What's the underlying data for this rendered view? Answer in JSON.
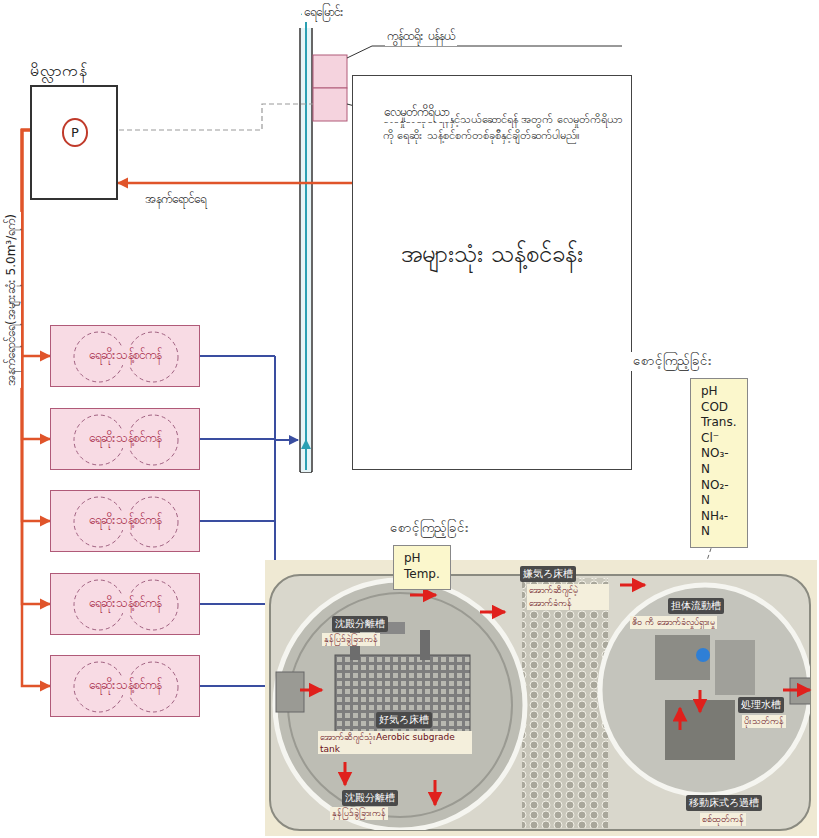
{
  "diagram": {
    "nodes": [
      {
        "text": [
          "မိလ္လာကန်"
        ]
      },
      {
        "text": [
          "P"
        ],
        "in": 0
      },
      {
        "text": [
          "လေမှုတ်ထုတ်ရန်နှင့်သယ်ဆောင်ရန် အတွက် လေမှုတ်ကိရိယာကို ရေဆိုး သန့်စင်စက်တစ်ခုစီနှင့်ချိတ်ဆက်ပါမည်။",
          "အများသုံး သန့်စင်ခန်း"
        ]
      },
      {
        "text": [
          "ရေဆိုးသန့်စင်ကန်"
        ]
      },
      {
        "text": [
          "ရေဆိုးသန့်စင်ကန်"
        ]
      },
      {
        "text": [
          "ရေဆိုးသန့်စင်ကန်"
        ]
      },
      {
        "text": [
          "ရေဆိုးသန့်စင်ကန်"
        ]
      },
      {
        "text": [
          "ရေဆိုးသန့်စင်ကန်"
        ]
      },
      {
        "text": [
          "စောင့်ကြည့်ခြင်း",
          "pH Temp."
        ]
      },
      {
        "text": [
          "စောင့်ကြည့်ခြင်း",
          "pH COD Trans. Cl⁻ NO₃-N NO₂-N NH₄-N"
        ]
      }
    ],
    "edges": [
      {
        "from": 2,
        "to": 0,
        "arrow": "to",
        "label": "အနက်ရောင်ရေ"
      },
      {
        "from": 0,
        "to": 3,
        "arrow": "to"
      },
      {
        "from": 0,
        "to": 4,
        "arrow": "to"
      },
      {
        "from": 0,
        "to": 5,
        "arrow": "to"
      },
      {
        "from": 0,
        "to": 6,
        "arrow": "to"
      },
      {
        "from": 0,
        "to": 7,
        "arrow": "to"
      }
    ],
    "labels": [
      "ရေမြောင်း",
      "ကွန်ထရိုး ပန်နယ်",
      "လေမှုတ်ကိရိယာ",
      "အနက်ရောင်ရေ(အများဆုံး 5.0m³/ရက်)",
      "沈殿分離槽",
      "နှန်ပြဒ်ခွဲခြားကန်",
      "嫌気ろ床槽",
      "အောက်ဆီဂျင်မဲ့ အောက်ခံကန်",
      "担体流動槽",
      "ဇီဝ ကီ အောက်ခံလှုပ်ရှားမှု",
      "好気ろ床槽",
      "အောက်ဆီဂျင်သုံးAerobic subgrade tank",
      "処理水槽",
      "ပိုးသတ်ကန်",
      "沈殿分離槽",
      "နှန်ပြဒ်ခွဲခြားကန်",
      "移動床式ろ過槽",
      "စစ်ထုတ်ကန်"
    ]
  }
}
